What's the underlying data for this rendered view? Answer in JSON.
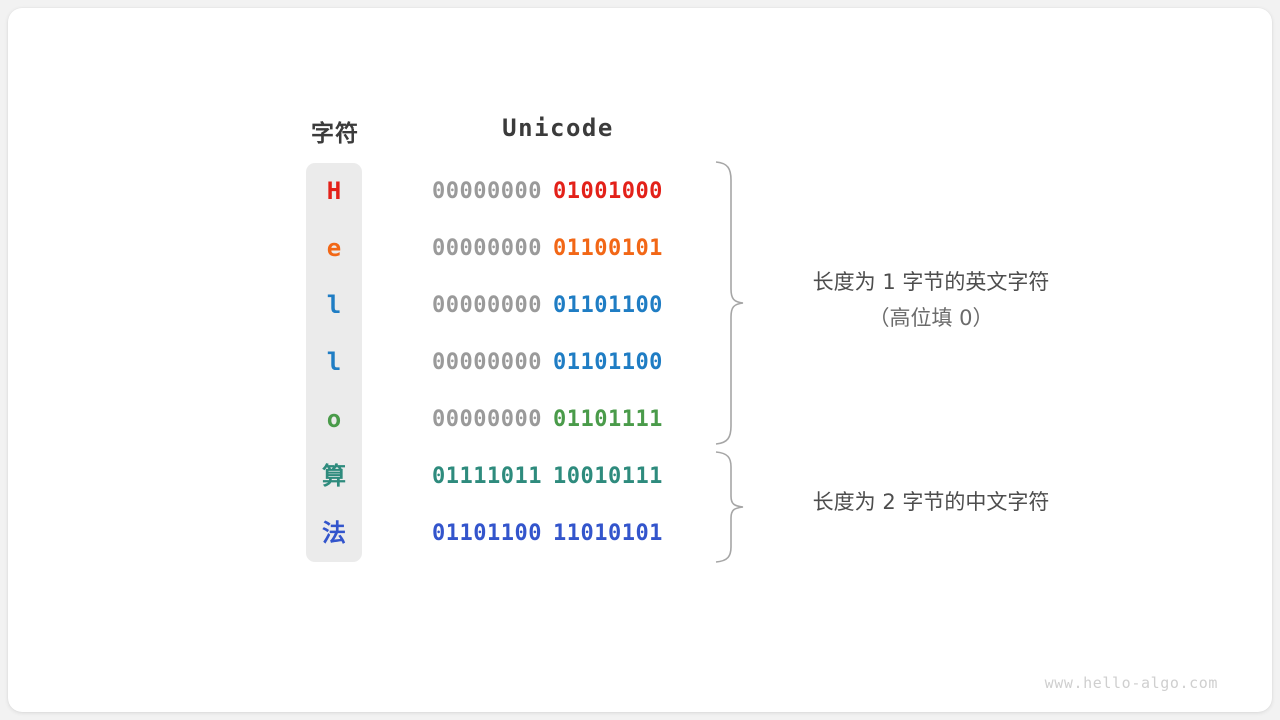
{
  "figure": {
    "headers": {
      "character": "字符",
      "encoding": "Unicode"
    },
    "rows": [
      {
        "char": "H",
        "char_color": "#E32119",
        "high_byte": "00000000",
        "low_byte": "01001000",
        "low_color": "#E32119"
      },
      {
        "char": "e",
        "char_color": "#F26716",
        "high_byte": "00000000",
        "low_byte": "01100101",
        "low_color": "#F26716"
      },
      {
        "char": "l",
        "char_color": "#1F7DC4",
        "high_byte": "00000000",
        "low_byte": "01101100",
        "low_color": "#1F7DC4"
      },
      {
        "char": "l",
        "char_color": "#1F7DC4",
        "high_byte": "00000000",
        "low_byte": "01101100",
        "low_color": "#1F7DC4"
      },
      {
        "char": "o",
        "char_color": "#4A9B4A",
        "high_byte": "00000000",
        "low_byte": "01101111",
        "low_color": "#4A9B4A"
      },
      {
        "char": "算",
        "char_color": "#2E8B7D",
        "high_byte": "01111011",
        "low_byte": "10010111",
        "low_color": "#2E8B7D",
        "high_colored": true
      },
      {
        "char": "法",
        "char_color": "#3355CC",
        "high_byte": "01101100",
        "low_byte": "11010101",
        "low_color": "#3355CC",
        "high_colored": true
      }
    ],
    "annotations": {
      "group_one_line1": "长度为 1 字节的英文字符",
      "group_one_line2": "（高位填 0）",
      "group_two_line1": "长度为 2 字节的中文字符"
    },
    "footer": "www.hello-algo.com",
    "colors": {
      "card_background": "#ffffff",
      "page_background": "#f2f2f2",
      "char_column_background": "#ebebeb",
      "padding_byte": "#9a9a9a",
      "brace": "#a6a6a6",
      "annotation_text": "#4d4d4d",
      "header_text": "#3b3b3b",
      "footer_text": "#cfcfcf"
    }
  }
}
